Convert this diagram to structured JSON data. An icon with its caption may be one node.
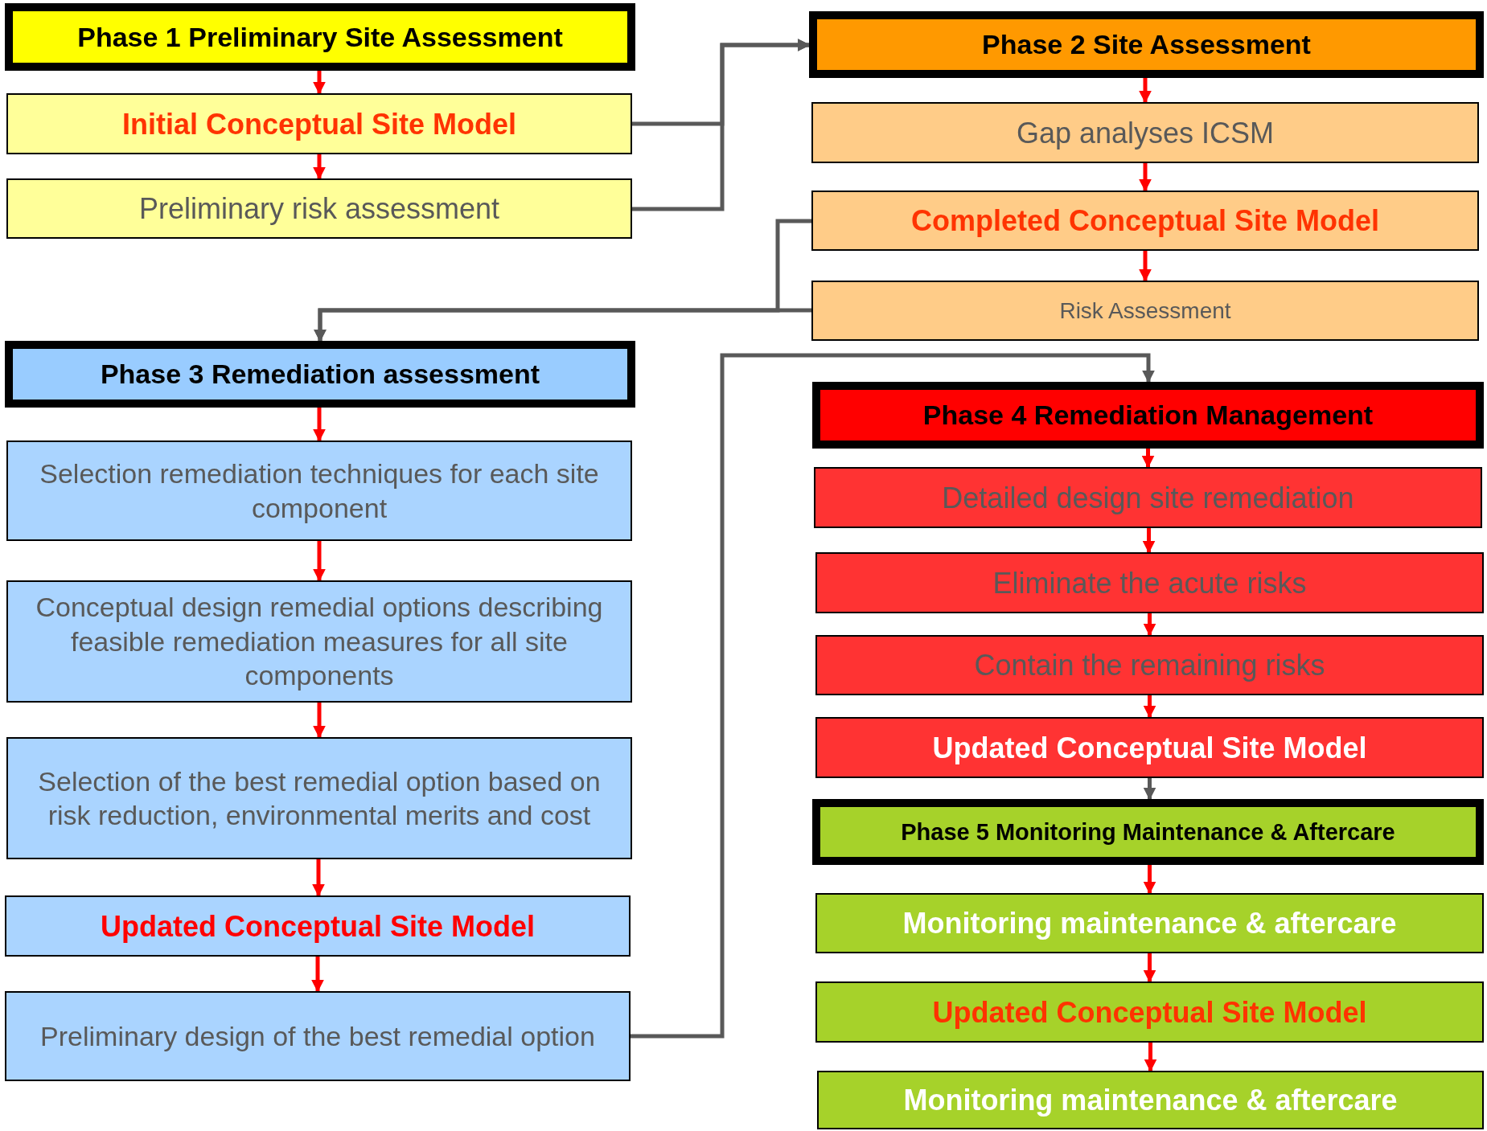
{
  "diagram": {
    "nodes": [
      {
        "text": [
          "Phase 1 Preliminary Site Assessment"
        ]
      },
      {
        "text": [
          "Initial Conceptual Site Model"
        ]
      },
      {
        "text": [
          "Preliminary risk assessment"
        ]
      },
      {
        "text": [
          "Phase 2 Site Assessment"
        ]
      },
      {
        "text": [
          "Gap analyses ICSM"
        ]
      },
      {
        "text": [
          "Completed Conceptual Site Model"
        ]
      },
      {
        "text": [
          "Risk Assessment"
        ]
      },
      {
        "text": [
          "Phase 3 Remediation assessment"
        ]
      },
      {
        "text": [
          "Selection remediation techniques for each site component"
        ]
      },
      {
        "text": [
          "Conceptual design remedial options describing feasible remediation measures for all site components"
        ]
      },
      {
        "text": [
          "Selection of the best remedial option based on risk reduction, environmental merits and cost"
        ]
      },
      {
        "text": [
          "Updated Conceptual Site Model"
        ]
      },
      {
        "text": [
          "Preliminary design of the best remedial option"
        ]
      },
      {
        "text": [
          "Phase 4 Remediation Management"
        ]
      },
      {
        "text": [
          "Detailed design site remediation"
        ]
      },
      {
        "text": [
          "Eliminate the acute risks"
        ]
      },
      {
        "text": [
          "Contain the remaining risks"
        ]
      },
      {
        "text": [
          "Updated Conceptual Site Model"
        ]
      },
      {
        "text": [
          "Phase 5 Monitoring Maintenance & Aftercare"
        ]
      },
      {
        "text": [
          "Monitoring maintenance & aftercare"
        ]
      },
      {
        "text": [
          "Updated Conceptual Site Model"
        ]
      },
      {
        "text": [
          "Monitoring maintenance & aftercare"
        ]
      }
    ],
    "edges": [
      {
        "from": 0,
        "to": 1,
        "arrow": "to"
      },
      {
        "from": 1,
        "to": 2,
        "arrow": "to"
      },
      {
        "from": 1,
        "to": 3,
        "arrow": "to",
        "color": "#595959"
      },
      {
        "from": 2,
        "to": 3,
        "arrow": "to",
        "color": "#595959"
      },
      {
        "from": 3,
        "to": 4,
        "arrow": "to"
      },
      {
        "from": 4,
        "to": 5,
        "arrow": "to"
      },
      {
        "from": 5,
        "to": 6,
        "arrow": "to"
      },
      {
        "from": 5,
        "to": 7,
        "arrow": "to",
        "color": "#595959"
      },
      {
        "from": 6,
        "to": 7,
        "arrow": "to",
        "color": "#595959"
      },
      {
        "from": 7,
        "to": 8,
        "arrow": "to"
      },
      {
        "from": 8,
        "to": 9,
        "arrow": "to"
      },
      {
        "from": 9,
        "to": 10,
        "arrow": "to"
      },
      {
        "from": 10,
        "to": 11,
        "arrow": "to"
      },
      {
        "from": 11,
        "to": 12,
        "arrow": "to"
      },
      {
        "from": 12,
        "to": 13,
        "arrow": "to",
        "color": "#595959"
      },
      {
        "from": 13,
        "to": 14,
        "arrow": "to"
      },
      {
        "from": 14,
        "to": 15,
        "arrow": "to"
      },
      {
        "from": 15,
        "to": 16,
        "arrow": "to"
      },
      {
        "from": 16,
        "to": 17,
        "arrow": "to"
      },
      {
        "from": 17,
        "to": 18,
        "arrow": "to",
        "color": "#595959"
      },
      {
        "from": 18,
        "to": 19,
        "arrow": "to"
      },
      {
        "from": 19,
        "to": 20,
        "arrow": "to"
      },
      {
        "from": 20,
        "to": 21,
        "arrow": "to"
      }
    ]
  }
}
